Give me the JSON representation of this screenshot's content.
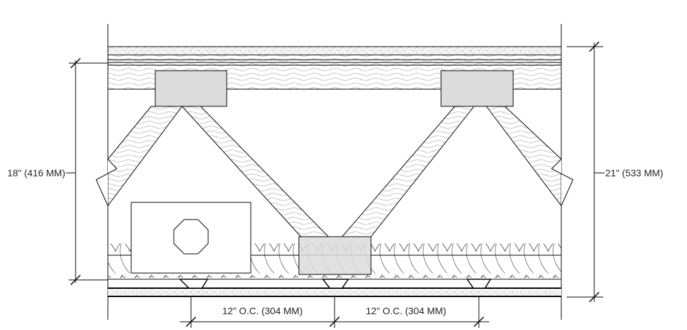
{
  "dimensions": {
    "left_height": "18\" (416 MM)",
    "right_height": "21\" (533 MM)",
    "spacing_1": "12\" O.C. (304 MM)",
    "spacing_2": "12\" O.C. (304 MM)"
  },
  "colors": {
    "line": "#000000",
    "block_fill": "#dcdcdc",
    "wood_grain": "#b0b0b0"
  }
}
